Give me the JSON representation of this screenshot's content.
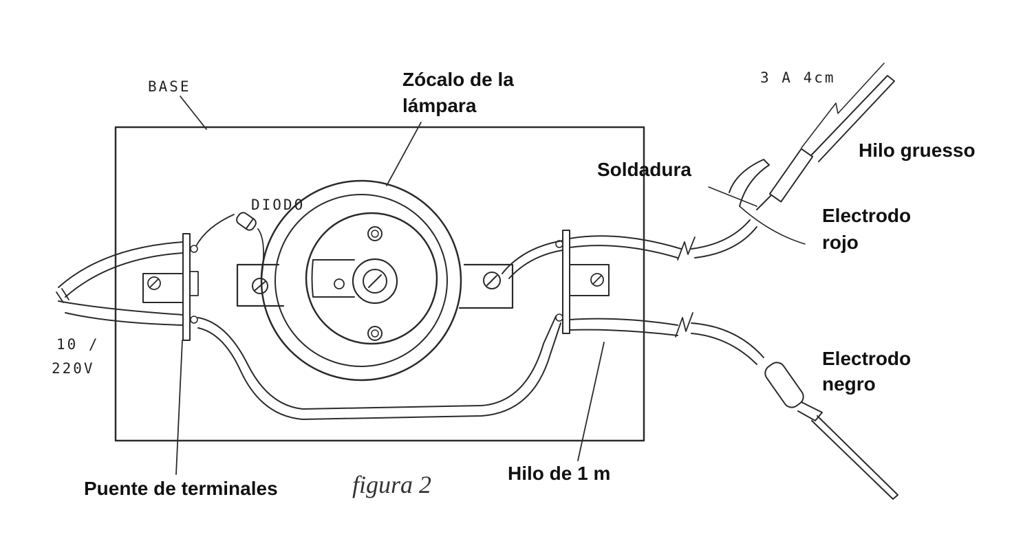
{
  "labels": {
    "base": "BASE",
    "socket_line1": "Zócalo de la",
    "socket_line2": "lámpara",
    "diode": "DIODO",
    "length": "3 A 4cm",
    "thick_wire": "Hilo gruesso",
    "solder": "Soldadura",
    "red_electrode_line1": "Electrodo",
    "red_electrode_line2": "rojo",
    "black_electrode_line1": "Electrodo",
    "black_electrode_line2": "negro",
    "voltage_line1": "10 /",
    "voltage_line2": "220V",
    "wire_1m": "Hilo de 1 m",
    "terminal_strip": "Puente de terminales",
    "figure": "figura 2"
  },
  "colors": {
    "ink": "#2a2a2a",
    "background": "#ffffff"
  }
}
